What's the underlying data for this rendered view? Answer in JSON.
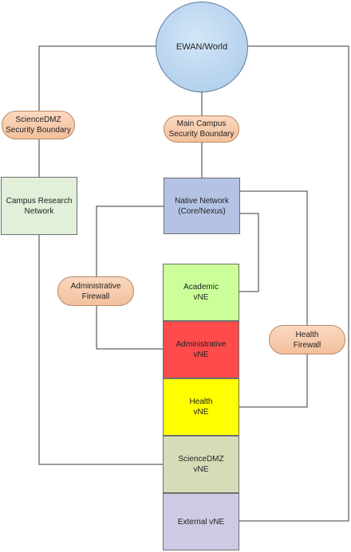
{
  "colors": {
    "line": "#3a3a3a",
    "pill": "#f8cbad",
    "world": "#bdd7ee",
    "research": "#e2efd9",
    "native": "#b4c2e4",
    "academic": "#ccff99",
    "administrative": "#ff4b4b",
    "health": "#ffff00",
    "sciencedmz": "#d6dcb8",
    "external": "#cfc9e3"
  },
  "nodes": {
    "world": "EWAN/World",
    "sciencedmz_boundary": "ScienceDMZ\nSecurity Boundary",
    "main_boundary": "Main Campus\nSecurity Boundary",
    "research_network": "Campus Research\nNetwork",
    "native_network": "Native Network\n(Core/Nexus)",
    "admin_firewall": "Administrative\nFirewall",
    "health_firewall": "Health\nFirewall",
    "academic_vne": "Academic\nvNE",
    "administrative_vne": "Administrative\nvNE",
    "health_vne": "Health\nvNE",
    "sciencedmz_vne": "ScienceDMZ\nvNE",
    "external_vne": "External vNE"
  }
}
